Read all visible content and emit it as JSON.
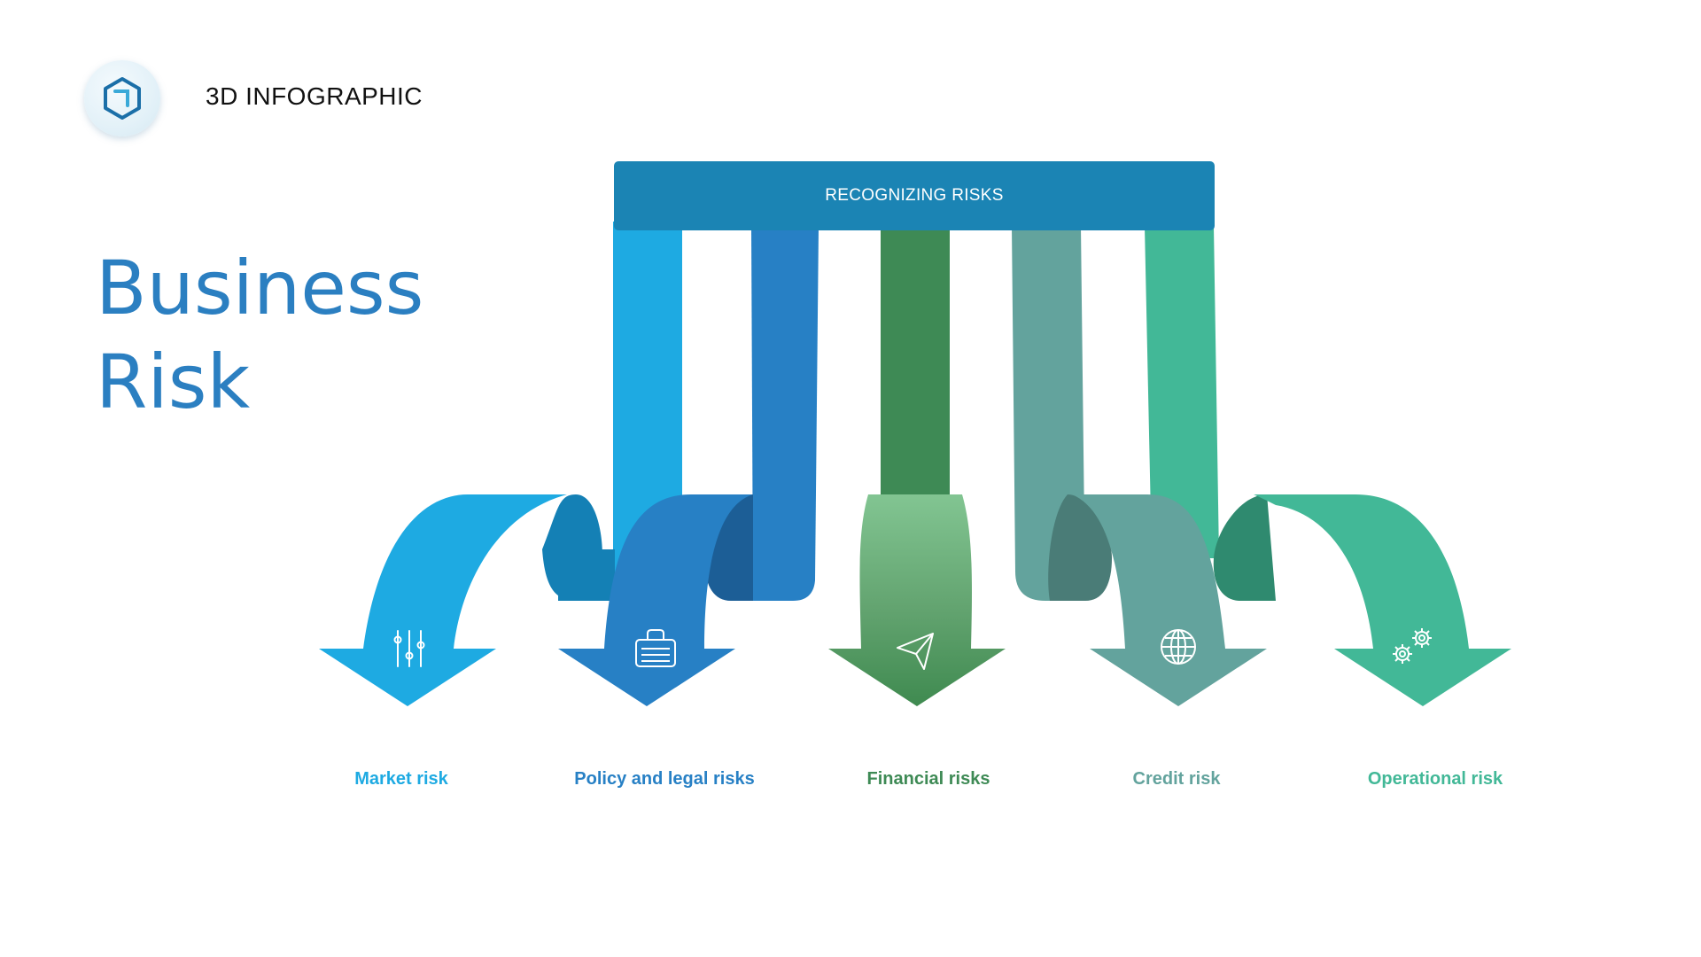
{
  "brand": {
    "text": "3D INFOGRAPHIC",
    "logo_icon": "cube-icon"
  },
  "title": {
    "line1": "Business",
    "line2": "Risk"
  },
  "banner": {
    "text": "RECOGNIZING RISKS"
  },
  "items": [
    {
      "label": "Market risk",
      "icon": "sliders-icon",
      "color": "#1eaae2"
    },
    {
      "label": "Policy and legal risks",
      "icon": "briefcase-icon",
      "color": "#2780c5"
    },
    {
      "label": "Financial risks",
      "icon": "paper-plane-icon",
      "color": "#3e8a55"
    },
    {
      "label": "Credit risk",
      "icon": "globe-icon",
      "color": "#63a39d"
    },
    {
      "label": "Operational risk",
      "icon": "gears-icon",
      "color": "#42b897"
    }
  ]
}
